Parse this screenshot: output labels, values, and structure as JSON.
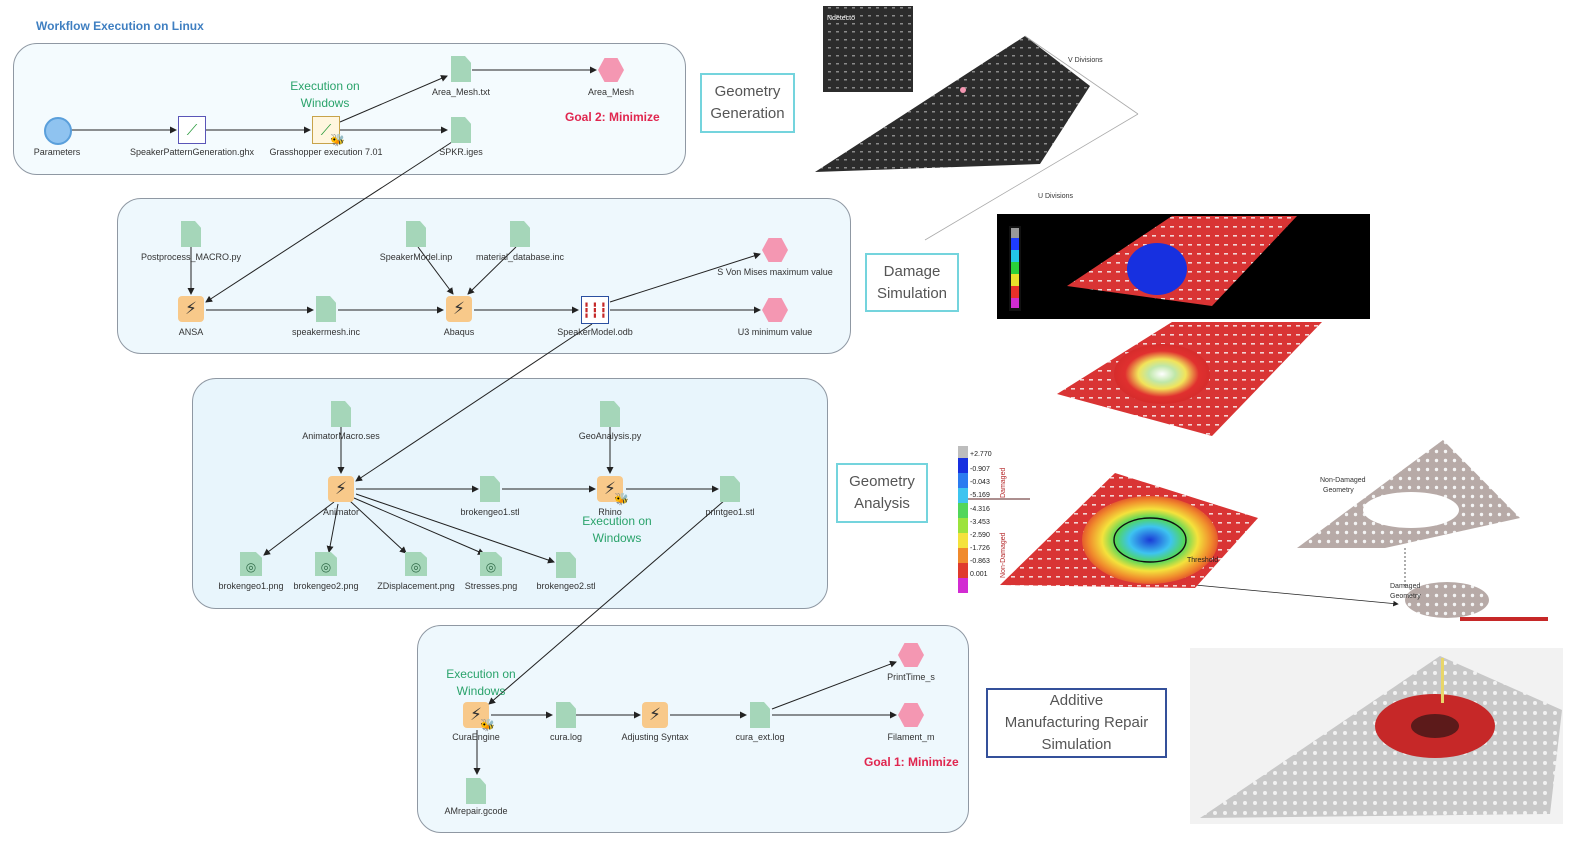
{
  "title": "Workflow Execution on Linux",
  "notes": {
    "exec_windows_1_a": "Execution on",
    "exec_windows_1_b": "Windows",
    "exec_windows_2_a": "Execution on",
    "exec_windows_2_b": "Windows",
    "exec_windows_3_a": "Execution on",
    "exec_windows_3_b": "Windows",
    "goal2": "Goal 2: Minimize",
    "goal1": "Goal 1: Minimize"
  },
  "nodes": {
    "parameters": "Parameters",
    "speaker_pattern": "SpeakerPatternGeneration.ghx",
    "grasshopper": "Grasshopper execution 7.01",
    "area_mesh_txt": "Area_Mesh.txt",
    "spkr_iges": "SPKR.iges",
    "area_mesh": "Area_Mesh",
    "postprocess_macro": "Postprocess_MACRO.py",
    "speaker_model_inp": "SpeakerModel.inp",
    "material_database": "material_database.inc",
    "ansa": "ANSA",
    "speakermesh": "speakermesh.inc",
    "abaqus": "Abaqus",
    "speaker_model_odb": "SpeakerModel.odb",
    "von_mises": "S Von Mises maximum value",
    "u3_min": "U3 minimum value",
    "animator_macro": "AnimatorMacro.ses",
    "geo_analysis": "GeoAnalysis.py",
    "animator": "Animator",
    "brokengeo1_stl": "brokengeo1.stl",
    "rhino": "Rhino",
    "printgeo1_stl": "printgeo1.stl",
    "brokengeo1_png": "brokengeo1.png",
    "brokengeo2_png": "brokengeo2.png",
    "zdisplacement_png": "ZDisplacement.png",
    "stresses_png": "Stresses.png",
    "brokengeo2_stl": "brokengeo2.stl",
    "curaengine": "CuraEngine",
    "cura_log": "cura.log",
    "adjusting_syntax": "Adjusting Syntax",
    "cura_ext_log": "cura_ext.log",
    "print_time": "PrintTime_s",
    "filament": "Filament_m",
    "amrepair": "AMrepair.gcode"
  },
  "stages": {
    "geometry_generation_a": "Geometry",
    "geometry_generation_b": "Generation",
    "damage_simulation_a": "Damage",
    "damage_simulation_b": "Simulation",
    "geometry_analysis_a": "Geometry",
    "geometry_analysis_b": "Analysis",
    "am_repair_a": "Additive",
    "am_repair_b": "Manufacturing Repair",
    "am_repair_c": "Simulation"
  },
  "image_labels": {
    "v_divisions": "V Divisions",
    "u_divisions": "U Divisions",
    "non_damaged_a": "Non-Damaged",
    "non_damaged_b": "Geometry",
    "damaged_a": "Damaged",
    "damaged_b": "Geometry",
    "threshold": "Threshold",
    "damaged_axis": "Damaged",
    "non_damaged_axis": "Non-Damaged"
  },
  "colorbar_ticks": [
    "+2.770",
    "-0.907",
    "-0.043",
    "-5.169",
    "-4.316",
    "-3.453",
    "-2.590",
    "-1.726",
    "-0.863",
    "0.001"
  ],
  "colors": {
    "panel_border": "#8f98a3",
    "file_green": "#a5d6b9",
    "goal_pink": "#f497b2",
    "tool_orange": "#f8c98a",
    "exec_green": "#2aa36b",
    "goal_red": "#e0264f"
  }
}
